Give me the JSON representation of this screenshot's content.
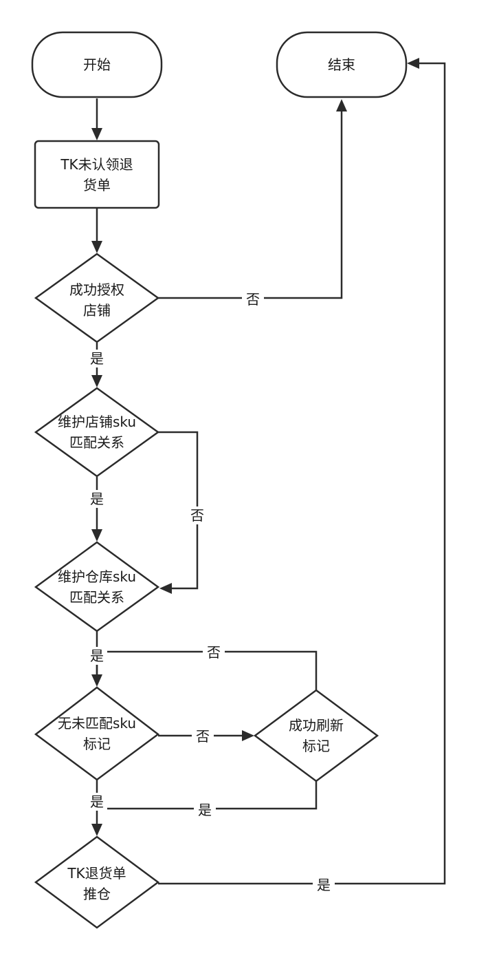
{
  "nodes": {
    "start": {
      "label": "开始"
    },
    "end": {
      "label": "结束"
    },
    "unclaimed": {
      "line1": "TK未认领退",
      "line2": "货单"
    },
    "authorized": {
      "line1": "成功授权",
      "line2": "店铺"
    },
    "store_sku": {
      "line1": "维护店铺sku",
      "line2": "匹配关系"
    },
    "warehouse_sku": {
      "line1": "维护仓库sku",
      "line2": "匹配关系"
    },
    "no_unmatched": {
      "line1": "无未匹配sku",
      "line2": "标记"
    },
    "refresh": {
      "line1": "成功刷新",
      "line2": "标记"
    },
    "push": {
      "line1": "TK退货单",
      "line2": "推仓"
    }
  },
  "edges": {
    "auth_no": "否",
    "auth_yes": "是",
    "store_yes": "是",
    "store_no": "否",
    "warehouse_yes": "是",
    "refresh_no": "否",
    "unmatched_no": "否",
    "unmatched_yes": "是",
    "refresh_yes": "是",
    "push_yes": "是"
  }
}
